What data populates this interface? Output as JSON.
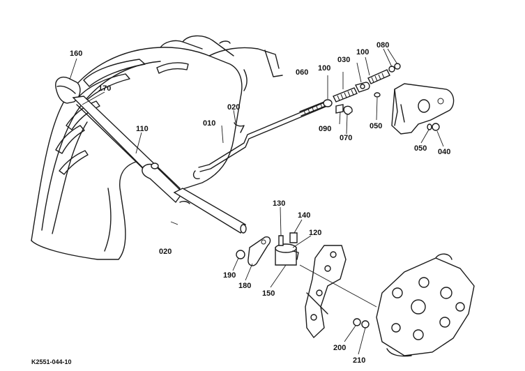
{
  "drawing_code": "K2551-044-10",
  "callouts": {
    "p160": "160",
    "p170": "170",
    "p110": "110",
    "p010": "010",
    "p020_top": "020",
    "p020_bottom": "020",
    "p060": "060",
    "p100_left": "100",
    "p030": "030",
    "p100_right": "100",
    "p080": "080",
    "p090": "090",
    "p070": "070",
    "p050_upper": "050",
    "p050_lower": "050",
    "p040": "040",
    "p130": "130",
    "p140": "140",
    "p120": "120",
    "p190": "190",
    "p180": "180",
    "p150": "150",
    "p200": "200",
    "p210": "210"
  }
}
